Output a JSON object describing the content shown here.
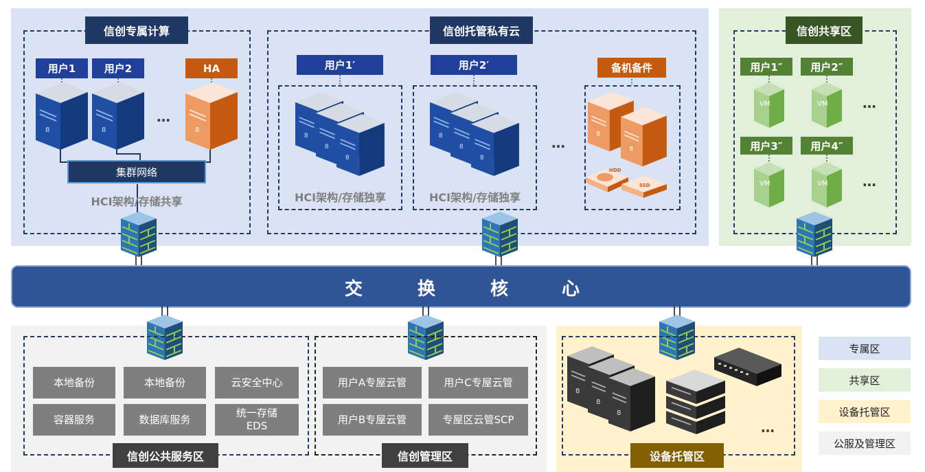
{
  "sections": {
    "dedicated_compute": {
      "title": "信创专属计算",
      "users": [
        "用户1",
        "用户2"
      ],
      "ha": "HA",
      "cluster_net": "集群网络",
      "caption": "HCI架构/存储共享"
    },
    "hosted_private_cloud": {
      "title": "信创托管私有云",
      "users": [
        "用户1′",
        "用户2′"
      ],
      "spare": "备机备件",
      "captions": [
        "HCI架构/存储独享",
        "HCI架构/存储独享"
      ],
      "disk_labels": [
        "HDD",
        "SSD"
      ]
    },
    "shared_zone": {
      "title": "信创共享区",
      "users": [
        "用户1″",
        "用户2″",
        "用户3″",
        "用户4″"
      ],
      "vm_label": "VM"
    },
    "core": {
      "label_chars": [
        "交",
        "换",
        "核",
        "心"
      ]
    },
    "public_service": {
      "title": "信创公共服务区",
      "cells": [
        "本地备份",
        "本地备份",
        "云安全中心",
        "容器服务",
        "数据库服务",
        "统一存储\nEDS"
      ]
    },
    "management": {
      "title": "信创管理区",
      "cells": [
        "用户A专屋云管",
        "用户C专屋云管",
        "用户B专屋云管",
        "专屋区云管SCP"
      ]
    },
    "device_hosting": {
      "title": "设备托管区"
    },
    "ellipsis": "…",
    "legend": [
      {
        "label": "专属区",
        "color": "#dae3f3"
      },
      {
        "label": "共享区",
        "color": "#e2efda"
      },
      {
        "label": "设备托管区",
        "color": "#fff2cc"
      },
      {
        "label": "公服及管理区",
        "color": "#f2f2f2"
      }
    ]
  }
}
